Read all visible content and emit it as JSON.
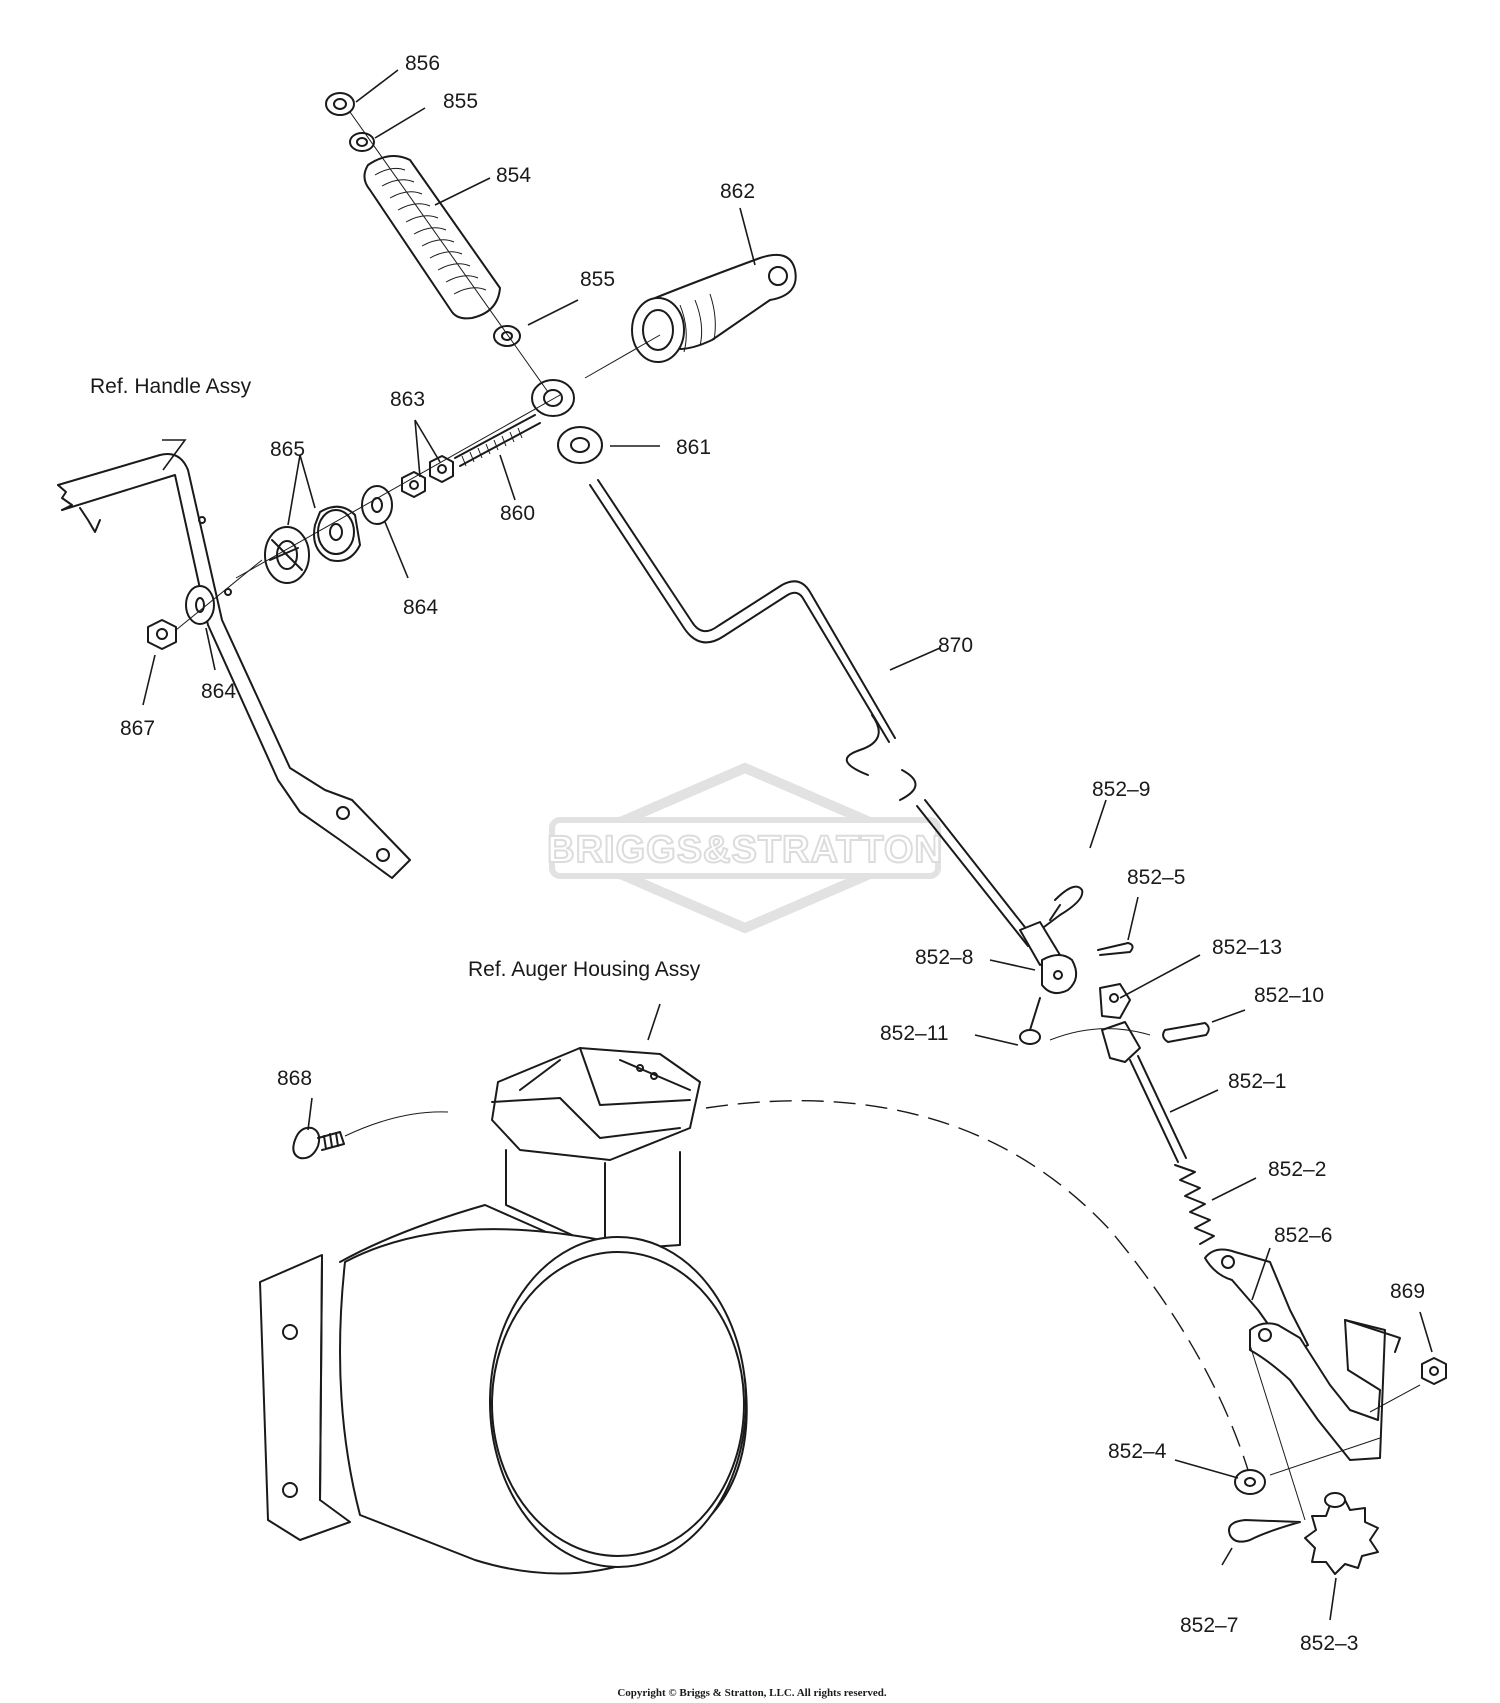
{
  "watermark": {
    "brand": "BRIGGS&STRATTON"
  },
  "copyright": "Copyright © Briggs & Stratton, LLC. All rights reserved.",
  "references": {
    "handle": "Ref. Handle Assy",
    "auger": "Ref. Auger Housing Assy"
  },
  "parts": {
    "p856": "856",
    "p855a": "855",
    "p854": "854",
    "p862": "862",
    "p855b": "855",
    "p863": "863",
    "p865": "865",
    "p861": "861",
    "p860": "860",
    "p864a": "864",
    "p864b": "864",
    "p867": "867",
    "p870": "870",
    "p852_9": "852–9",
    "p852_5": "852–5",
    "p852_8": "852–8",
    "p852_13": "852–13",
    "p852_10": "852–10",
    "p852_11": "852–11",
    "p852_1": "852–1",
    "p868": "868",
    "p852_2": "852–2",
    "p852_6": "852–6",
    "p869": "869",
    "p852_4": "852–4",
    "p852_7": "852–7",
    "p852_3": "852–3"
  }
}
